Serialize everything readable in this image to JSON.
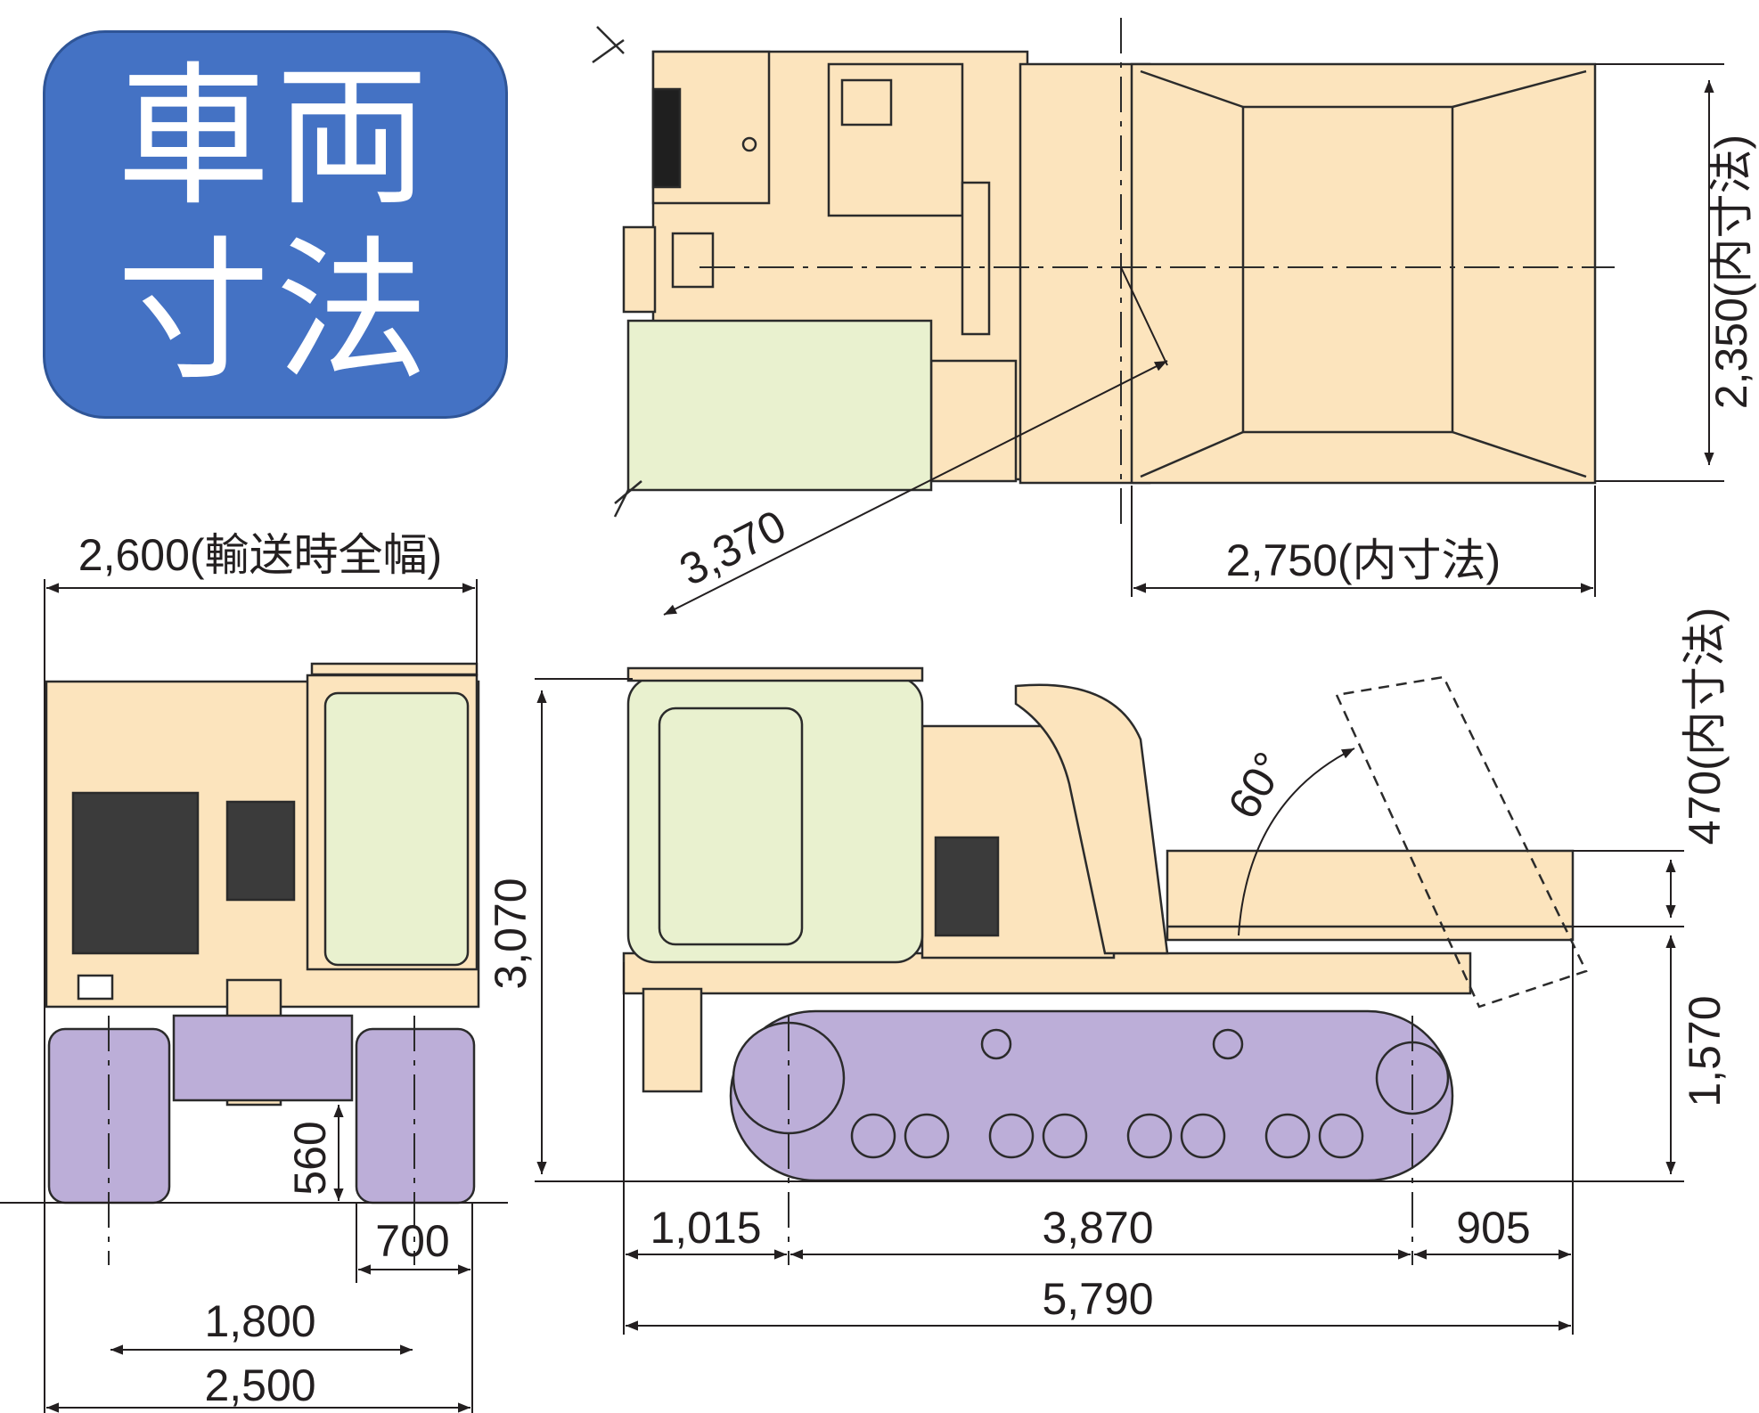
{
  "title": {
    "line1": "車両",
    "line2": "寸法"
  },
  "colors": {
    "body": "#fce4bd",
    "cab_glass": "#e9f1cf",
    "track": "#bcaed8",
    "outline": "#2b2b2b",
    "title_bg": "#4472c4"
  },
  "dimensions": {
    "transport_width": "2,600(輸送時全幅)",
    "bed_inner_length": "2,750(内寸法)",
    "bed_inner_width": "2,350(内寸法)",
    "swing_radius": "3,370",
    "overall_height": "3,070",
    "bed_inner_height": "470(内寸法)",
    "bed_height": "1,570",
    "ground_clearance": "560",
    "shoe_width": "700",
    "track_gauge": "1,800",
    "overall_width": "2,500",
    "front_overhang": "1,015",
    "tumbler_distance": "3,870",
    "rear_overhang": "905",
    "overall_length": "5,790",
    "dump_angle": "60°"
  }
}
